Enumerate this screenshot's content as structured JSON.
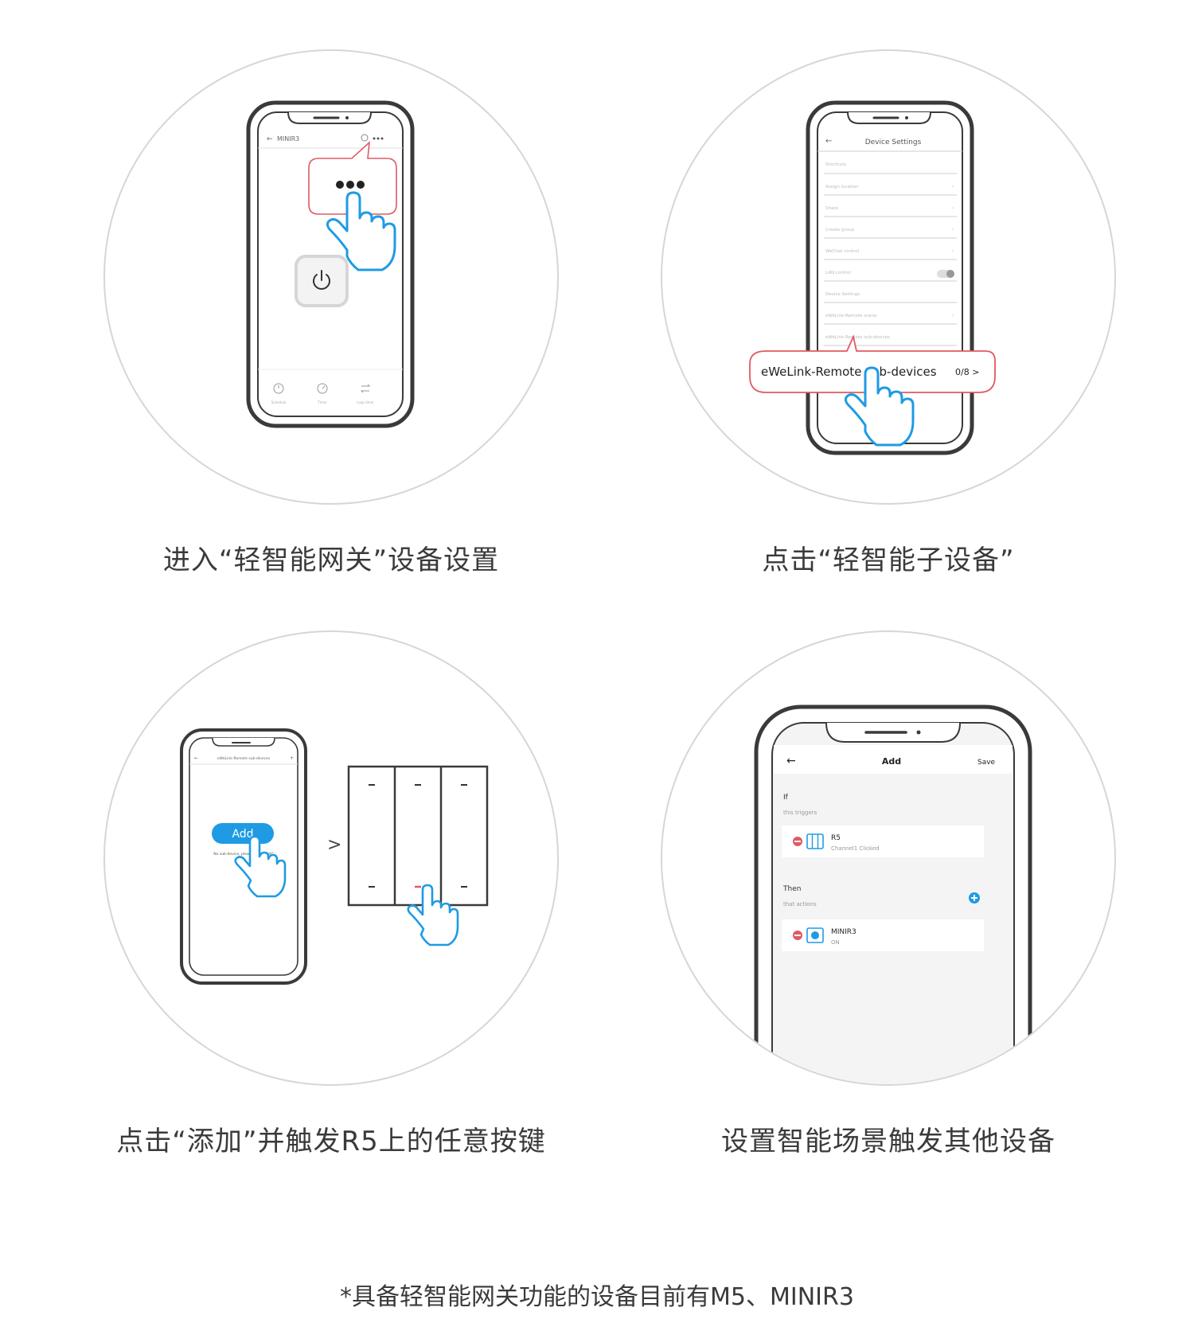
{
  "panels": [
    {
      "caption": "进入“轻智能网关”设备设置",
      "phone": {
        "title": "MINIR3",
        "tabs": [
          "Schedule",
          "Timer",
          "Loop timer"
        ]
      }
    },
    {
      "caption": "点击“轻智能子设备”",
      "phone": {
        "title": "Device Settings",
        "rows": [
          "Shortcuts",
          "Assign location",
          "Share",
          "Create group",
          "WeChat control",
          "LAN control",
          "Device Settings",
          "eWeLink-Remote scene",
          "eWeLink-Remote sub-devices"
        ],
        "callout": "eWeLink-Remote sub-devices",
        "callout_count": "0/8 >"
      }
    },
    {
      "caption": "点击“添加”并触发R5上的任意按键",
      "phone": {
        "title": "eWeLink-Remote sub-devices",
        "add_label": "Add",
        "hint": "No sub-device, please click \"Add\""
      },
      "arrow": ">"
    },
    {
      "caption": "设置智能场景触发其他设备",
      "phone": {
        "title": "Add",
        "save_label": "Save",
        "if_label": "If",
        "if_sub": "this triggers",
        "trigger_name": "R5",
        "trigger_detail": "Channel1 Clicked",
        "then_label": "Then",
        "then_sub": "that actions",
        "action_name": "MINIR3",
        "action_detail": "ON"
      }
    }
  ],
  "footnote": "*具备轻智能网关功能的设备目前有M5、MINIR3",
  "colors": {
    "accent_blue": "#1e9be4",
    "callout_red": "#e05a62",
    "outline": "#3a3a3a"
  }
}
